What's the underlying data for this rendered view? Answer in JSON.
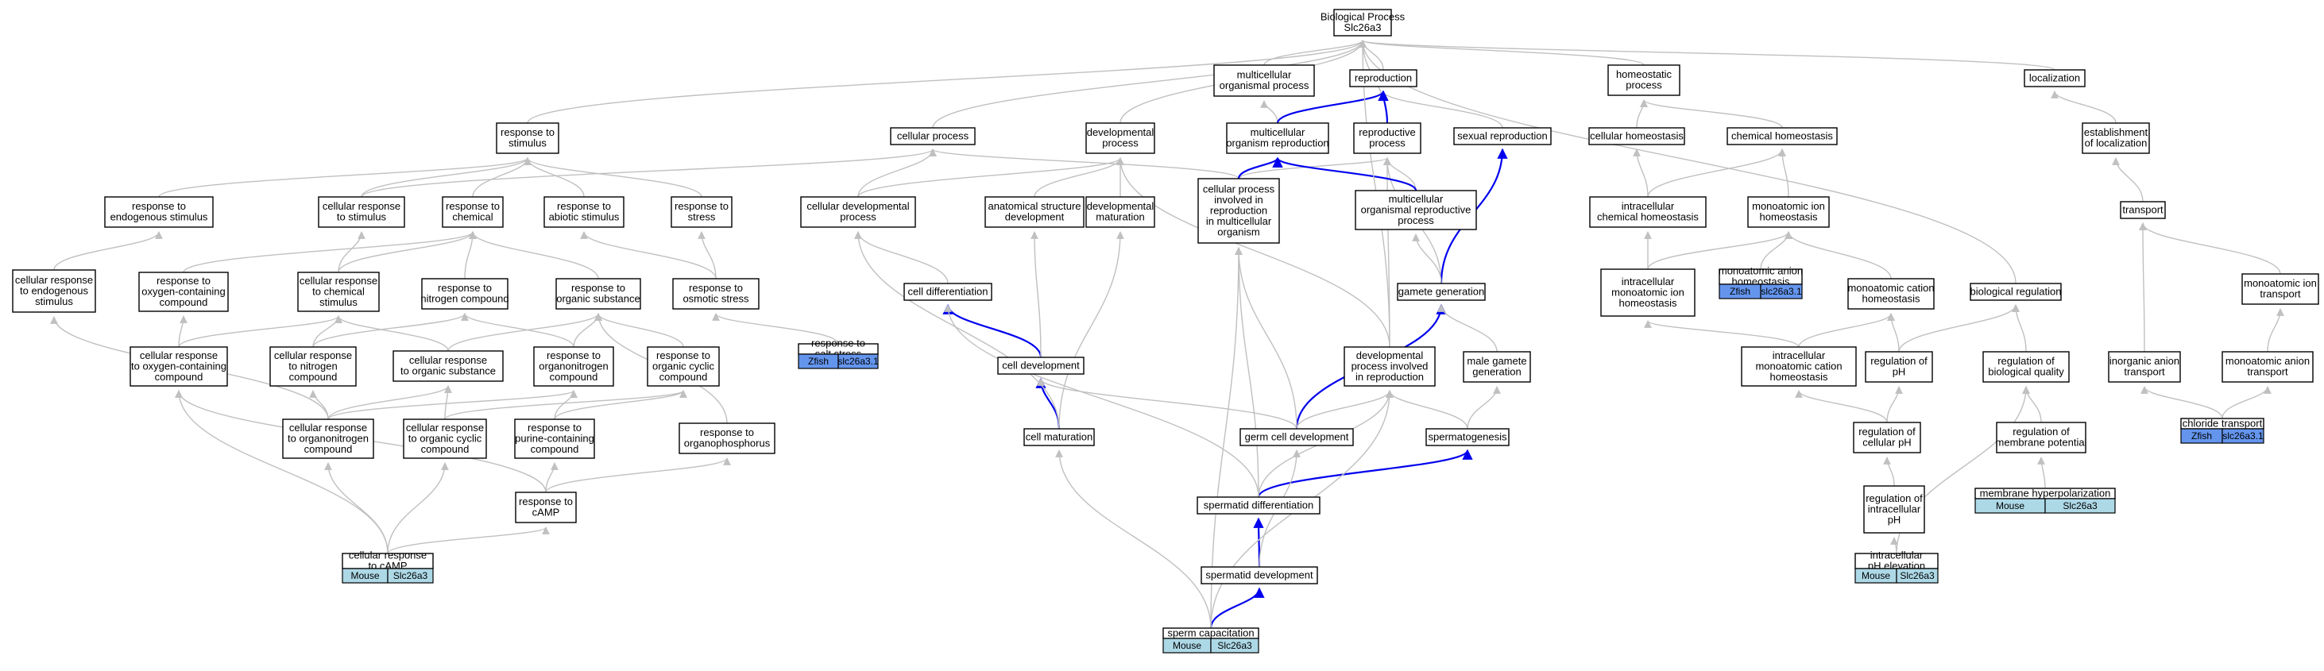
{
  "colors": {
    "edge_default": "#c0c0c0",
    "edge_highlight": "#0000ee",
    "mouse_tag": "#add8e6",
    "zfish_tag": "#6495ed"
  },
  "nodes": [
    {
      "id": "bp",
      "lines": [
        "Biological Process",
        "Slc26a3"
      ]
    },
    {
      "id": "mop",
      "lines": [
        "multicellular",
        "organismal process"
      ]
    },
    {
      "id": "repro",
      "lines": [
        "reproduction"
      ]
    },
    {
      "id": "homeo",
      "lines": [
        "homeostatic",
        "process"
      ]
    },
    {
      "id": "local",
      "lines": [
        "localization"
      ]
    },
    {
      "id": "rts",
      "lines": [
        "response to",
        "stimulus"
      ]
    },
    {
      "id": "cellp",
      "lines": [
        "cellular process"
      ]
    },
    {
      "id": "devp",
      "lines": [
        "developmental",
        "process"
      ]
    },
    {
      "id": "mor",
      "lines": [
        "multicellular",
        "organism reproduction"
      ]
    },
    {
      "id": "reprop",
      "lines": [
        "reproductive",
        "process"
      ]
    },
    {
      "id": "sexrep",
      "lines": [
        "sexual reproduction"
      ]
    },
    {
      "id": "cellhomeo",
      "lines": [
        "cellular homeostasis"
      ]
    },
    {
      "id": "chemhomeo",
      "lines": [
        "chemical homeostasis"
      ]
    },
    {
      "id": "estloc",
      "lines": [
        "establishment",
        "of localization"
      ]
    },
    {
      "id": "rtes",
      "lines": [
        "response to",
        "endogenous stimulus"
      ]
    },
    {
      "id": "crts",
      "lines": [
        "cellular response",
        "to stimulus"
      ]
    },
    {
      "id": "rtc",
      "lines": [
        "response to",
        "chemical"
      ]
    },
    {
      "id": "rtas",
      "lines": [
        "response to",
        "abiotic stimulus"
      ]
    },
    {
      "id": "rtstress",
      "lines": [
        "response to",
        "stress"
      ]
    },
    {
      "id": "cdp",
      "lines": [
        "cellular developmental",
        "process"
      ]
    },
    {
      "id": "asd",
      "lines": [
        "anatomical structure",
        "development"
      ]
    },
    {
      "id": "devmat",
      "lines": [
        "developmental",
        "maturation"
      ]
    },
    {
      "id": "cpirmo",
      "lines": [
        "cellular process",
        "involved in",
        "reproduction",
        "in multicellular",
        "organism"
      ]
    },
    {
      "id": "morp",
      "lines": [
        "multicellular",
        "organismal reproductive",
        "process"
      ]
    },
    {
      "id": "icch",
      "lines": [
        "intracellular",
        "chemical homeostasis"
      ]
    },
    {
      "id": "mih",
      "lines": [
        "monoatomic ion",
        "homeostasis"
      ]
    },
    {
      "id": "transport",
      "lines": [
        "transport"
      ]
    },
    {
      "id": "crtes",
      "lines": [
        "cellular response",
        "to endogenous",
        "stimulus"
      ]
    },
    {
      "id": "rtocc",
      "lines": [
        "response to",
        "oxygen-containing",
        "compound"
      ]
    },
    {
      "id": "crtcs",
      "lines": [
        "cellular response",
        "to chemical",
        "stimulus"
      ]
    },
    {
      "id": "rtnc",
      "lines": [
        "response to",
        "nitrogen compound"
      ]
    },
    {
      "id": "rtos",
      "lines": [
        "response to",
        "organic substance"
      ]
    },
    {
      "id": "rtosm",
      "lines": [
        "response to",
        "osmotic stress"
      ]
    },
    {
      "id": "celldiff",
      "lines": [
        "cell differentiation"
      ]
    },
    {
      "id": "gamgen",
      "lines": [
        "gamete generation"
      ]
    },
    {
      "id": "imih",
      "lines": [
        "intracellular",
        "monoatomic ion",
        "homeostasis"
      ]
    },
    {
      "id": "mah",
      "lines": [
        "monoatomic anion",
        "homeostasis"
      ],
      "tag": {
        "species": "Zfish",
        "gene": "slc26a3.1"
      }
    },
    {
      "id": "mch",
      "lines": [
        "monoatomic cation",
        "homeostasis"
      ]
    },
    {
      "id": "bioreg",
      "lines": [
        "biological regulation"
      ]
    },
    {
      "id": "mit",
      "lines": [
        "monoatomic ion",
        "transport"
      ]
    },
    {
      "id": "crtocc",
      "lines": [
        "cellular response",
        "to oxygen-containing",
        "compound"
      ]
    },
    {
      "id": "crtnc",
      "lines": [
        "cellular response",
        "to nitrogen",
        "compound"
      ]
    },
    {
      "id": "crtos",
      "lines": [
        "cellular response",
        "to organic substance"
      ]
    },
    {
      "id": "rtonc",
      "lines": [
        "response to",
        "organonitrogen",
        "compound"
      ]
    },
    {
      "id": "rtocyc",
      "lines": [
        "response to",
        "organic cyclic",
        "compound"
      ]
    },
    {
      "id": "rtss",
      "lines": [
        "response to",
        "salt stress"
      ],
      "tag": {
        "species": "Zfish",
        "gene": "slc26a3.1"
      }
    },
    {
      "id": "celldev",
      "lines": [
        "cell development"
      ]
    },
    {
      "id": "dpir",
      "lines": [
        "developmental",
        "process involved",
        "in reproduction"
      ]
    },
    {
      "id": "mgg",
      "lines": [
        "male gamete",
        "generation"
      ]
    },
    {
      "id": "imch",
      "lines": [
        "intracellular",
        "monoatomic cation",
        "homeostasis"
      ]
    },
    {
      "id": "regph",
      "lines": [
        "regulation of",
        "pH"
      ]
    },
    {
      "id": "regbq",
      "lines": [
        "regulation of",
        "biological quality"
      ]
    },
    {
      "id": "iat",
      "lines": [
        "inorganic anion",
        "transport"
      ]
    },
    {
      "id": "mat",
      "lines": [
        "monoatomic anion",
        "transport"
      ]
    },
    {
      "id": "crtonc",
      "lines": [
        "cellular response",
        "to organonitrogen",
        "compound"
      ]
    },
    {
      "id": "crtocyc",
      "lines": [
        "cellular response",
        "to organic cyclic",
        "compound"
      ]
    },
    {
      "id": "rtpcc",
      "lines": [
        "response to",
        "purine-containing",
        "compound"
      ]
    },
    {
      "id": "rtop",
      "lines": [
        "response to",
        "organophosphorus"
      ]
    },
    {
      "id": "cellmat",
      "lines": [
        "cell maturation"
      ]
    },
    {
      "id": "gcd",
      "lines": [
        "germ cell development"
      ]
    },
    {
      "id": "spermgen",
      "lines": [
        "spermatogenesis"
      ]
    },
    {
      "id": "regcph",
      "lines": [
        "regulation of",
        "cellular pH"
      ]
    },
    {
      "id": "regmp",
      "lines": [
        "regulation of",
        "membrane potential"
      ]
    },
    {
      "id": "cltrans",
      "lines": [
        "chloride transport"
      ],
      "tag": {
        "species": "Zfish",
        "gene": "slc26a3.1"
      }
    },
    {
      "id": "rtcamp",
      "lines": [
        "response to",
        "cAMP"
      ]
    },
    {
      "id": "sdiff",
      "lines": [
        "spermatid differentiation"
      ]
    },
    {
      "id": "regicph",
      "lines": [
        "regulation of",
        "intracellular",
        "pH"
      ]
    },
    {
      "id": "mhp",
      "lines": [
        "membrane hyperpolarization"
      ],
      "tag": {
        "species": "Mouse",
        "gene": "Slc26a3"
      }
    },
    {
      "id": "crtcamp",
      "lines": [
        "cellular response",
        "to cAMP"
      ],
      "tag": {
        "species": "Mouse",
        "gene": "Slc26a3"
      }
    },
    {
      "id": "sdev",
      "lines": [
        "spermatid development"
      ]
    },
    {
      "id": "iphe",
      "lines": [
        "intracellular",
        "pH elevation"
      ],
      "tag": {
        "species": "Mouse",
        "gene": "Slc26a3"
      }
    },
    {
      "id": "spcap",
      "lines": [
        "sperm capacitation"
      ],
      "tag": {
        "species": "Mouse",
        "gene": "Slc26a3"
      }
    }
  ],
  "edges": [
    {
      "from": "mop",
      "to": "bp"
    },
    {
      "from": "repro",
      "to": "bp"
    },
    {
      "from": "homeo",
      "to": "bp"
    },
    {
      "from": "local",
      "to": "bp"
    },
    {
      "from": "rts",
      "to": "bp"
    },
    {
      "from": "cellp",
      "to": "bp"
    },
    {
      "from": "devp",
      "to": "bp"
    },
    {
      "from": "reprop",
      "to": "bp"
    },
    {
      "from": "bioreg",
      "to": "bp"
    },
    {
      "from": "sexrep",
      "to": "repro"
    },
    {
      "from": "mor",
      "to": "mop"
    },
    {
      "from": "mor",
      "to": "repro",
      "hl": true
    },
    {
      "from": "reprop",
      "to": "repro",
      "hl": true
    },
    {
      "from": "cellhomeo",
      "to": "homeo"
    },
    {
      "from": "chemhomeo",
      "to": "homeo"
    },
    {
      "from": "estloc",
      "to": "local"
    },
    {
      "from": "rtes",
      "to": "rts"
    },
    {
      "from": "crts",
      "to": "rts"
    },
    {
      "from": "rtc",
      "to": "rts"
    },
    {
      "from": "rtas",
      "to": "rts"
    },
    {
      "from": "rtstress",
      "to": "rts"
    },
    {
      "from": "crts",
      "to": "cellp"
    },
    {
      "from": "cdp",
      "to": "cellp"
    },
    {
      "from": "cpirmo",
      "to": "cellp"
    },
    {
      "from": "cdp",
      "to": "devp"
    },
    {
      "from": "asd",
      "to": "devp"
    },
    {
      "from": "devmat",
      "to": "devp"
    },
    {
      "from": "dpir",
      "to": "devp"
    },
    {
      "from": "cpirmo",
      "to": "reprop"
    },
    {
      "from": "morp",
      "to": "reprop"
    },
    {
      "from": "gamgen",
      "to": "reprop"
    },
    {
      "from": "dpir",
      "to": "reprop"
    },
    {
      "from": "cpirmo",
      "to": "mor",
      "hl": true
    },
    {
      "from": "morp",
      "to": "mor",
      "hl": true
    },
    {
      "from": "gamgen",
      "to": "sexrep",
      "hl": true
    },
    {
      "from": "gamgen",
      "to": "morp"
    },
    {
      "from": "icch",
      "to": "cellhomeo"
    },
    {
      "from": "icch",
      "to": "chemhomeo"
    },
    {
      "from": "mih",
      "to": "chemhomeo"
    },
    {
      "from": "transport",
      "to": "estloc"
    },
    {
      "from": "crtes",
      "to": "rtes"
    },
    {
      "from": "crtcs",
      "to": "crts"
    },
    {
      "from": "crtcs",
      "to": "rtc"
    },
    {
      "from": "rtocc",
      "to": "rtc"
    },
    {
      "from": "rtnc",
      "to": "rtc"
    },
    {
      "from": "rtos",
      "to": "rtc"
    },
    {
      "from": "rtosm",
      "to": "rtas"
    },
    {
      "from": "rtosm",
      "to": "rtstress"
    },
    {
      "from": "celldiff",
      "to": "cdp"
    },
    {
      "from": "imih",
      "to": "icch"
    },
    {
      "from": "imih",
      "to": "mih"
    },
    {
      "from": "mah",
      "to": "mih"
    },
    {
      "from": "mch",
      "to": "mih"
    },
    {
      "from": "mit",
      "to": "transport"
    },
    {
      "from": "iat",
      "to": "transport"
    },
    {
      "from": "crtocc",
      "to": "rtocc"
    },
    {
      "from": "crtocc",
      "to": "crtcs"
    },
    {
      "from": "crtnc",
      "to": "crtcs"
    },
    {
      "from": "crtnc",
      "to": "rtnc"
    },
    {
      "from": "crtos",
      "to": "crtcs"
    },
    {
      "from": "crtos",
      "to": "rtos"
    },
    {
      "from": "rtonc",
      "to": "rtnc"
    },
    {
      "from": "rtonc",
      "to": "rtos"
    },
    {
      "from": "rtocyc",
      "to": "rtos"
    },
    {
      "from": "rtop",
      "to": "rtos"
    },
    {
      "from": "rtss",
      "to": "rtosm"
    },
    {
      "from": "celldev",
      "to": "celldiff",
      "hl": true
    },
    {
      "from": "celldev",
      "to": "asd"
    },
    {
      "from": "cellmat",
      "to": "celldev",
      "hl": true
    },
    {
      "from": "cellmat",
      "to": "devmat"
    },
    {
      "from": "cellmat",
      "to": "cdp"
    },
    {
      "from": "gcd",
      "to": "celldev"
    },
    {
      "from": "gcd",
      "to": "gamgen",
      "hl": true
    },
    {
      "from": "gcd",
      "to": "cpirmo"
    },
    {
      "from": "gcd",
      "to": "dpir"
    },
    {
      "from": "dpir",
      "to": "bp"
    },
    {
      "from": "spermgen",
      "to": "mgg"
    },
    {
      "from": "spermgen",
      "to": "dpir"
    },
    {
      "from": "mgg",
      "to": "gamgen"
    },
    {
      "from": "imch",
      "to": "imih"
    },
    {
      "from": "imch",
      "to": "mch"
    },
    {
      "from": "regph",
      "to": "mch"
    },
    {
      "from": "regph",
      "to": "bioreg"
    },
    {
      "from": "regbq",
      "to": "bioreg"
    },
    {
      "from": "regcph",
      "to": "regph"
    },
    {
      "from": "regcph",
      "to": "imch"
    },
    {
      "from": "regmp",
      "to": "regbq"
    },
    {
      "from": "regicph",
      "to": "regcph"
    },
    {
      "from": "iphe",
      "to": "regicph"
    },
    {
      "from": "iphe",
      "to": "regbq"
    },
    {
      "from": "mhp",
      "to": "regmp"
    },
    {
      "from": "mat",
      "to": "mit"
    },
    {
      "from": "cltrans",
      "to": "iat"
    },
    {
      "from": "cltrans",
      "to": "mat"
    },
    {
      "from": "crtonc",
      "to": "crtnc"
    },
    {
      "from": "crtonc",
      "to": "crtos"
    },
    {
      "from": "crtonc",
      "to": "rtonc"
    },
    {
      "from": "crtonc",
      "to": "crtes"
    },
    {
      "from": "crtocyc",
      "to": "crtos"
    },
    {
      "from": "crtocyc",
      "to": "rtocyc"
    },
    {
      "from": "rtpcc",
      "to": "rtocyc"
    },
    {
      "from": "rtpcc",
      "to": "rtonc"
    },
    {
      "from": "rtcamp",
      "to": "rtpcc"
    },
    {
      "from": "rtcamp",
      "to": "rtop"
    },
    {
      "from": "rtcamp",
      "to": "crtocc"
    },
    {
      "from": "crtcamp",
      "to": "rtcamp"
    },
    {
      "from": "crtcamp",
      "to": "crtonc"
    },
    {
      "from": "crtcamp",
      "to": "crtocyc"
    },
    {
      "from": "crtcamp",
      "to": "crtocc"
    },
    {
      "from": "sdiff",
      "to": "spermgen",
      "hl": true
    },
    {
      "from": "sdiff",
      "to": "celldiff"
    },
    {
      "from": "sdiff",
      "to": "cpirmo"
    },
    {
      "from": "sdiff",
      "to": "dpir"
    },
    {
      "from": "sdev",
      "to": "sdiff",
      "hl": true
    },
    {
      "from": "sdev",
      "to": "gcd"
    },
    {
      "from": "spcap",
      "to": "sdev",
      "hl": true
    },
    {
      "from": "spcap",
      "to": "cellmat"
    },
    {
      "from": "spcap",
      "to": "cpirmo"
    },
    {
      "from": "spcap",
      "to": "dpir"
    }
  ]
}
